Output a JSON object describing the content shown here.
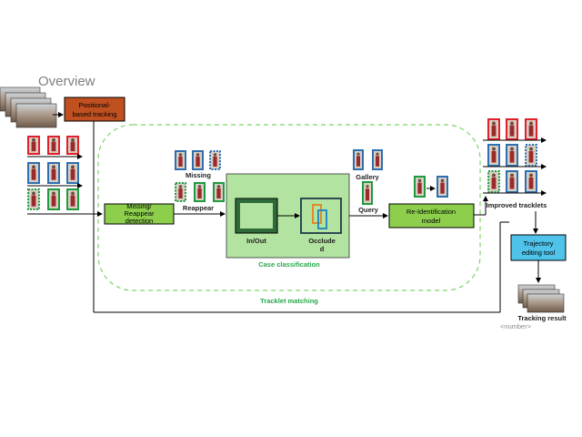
{
  "title": "Overview",
  "boxes": {
    "positional": [
      "Positional-",
      "based tracking"
    ],
    "missing_detection": [
      "Missing/",
      "Reappear",
      "detection"
    ],
    "case_classification": "Case classification",
    "in_out": "In/Out",
    "occluded": [
      "Occlude",
      "d"
    ],
    "reid": [
      "Re-Identification",
      "model"
    ],
    "trajectory": [
      "Trajectory",
      "editing tool"
    ]
  },
  "labels": {
    "missing": "Missing",
    "reappear": "Reappear",
    "gallery": "Gallery",
    "query": "Query",
    "improved": "Improved tracklets",
    "tracklet_matching": "Tracklet matching",
    "tracking_result": "Tracking result",
    "number": "<number>"
  },
  "colors": {
    "positional": "#c0501f",
    "green_box": "#8dcf4d",
    "case_bg": "#b2e3a0",
    "trajectory": "#4fc3ea",
    "dashed": "#7ed36b",
    "red": "#e0202a",
    "blue": "#2f6fb0",
    "green": "#1f9a3e"
  }
}
